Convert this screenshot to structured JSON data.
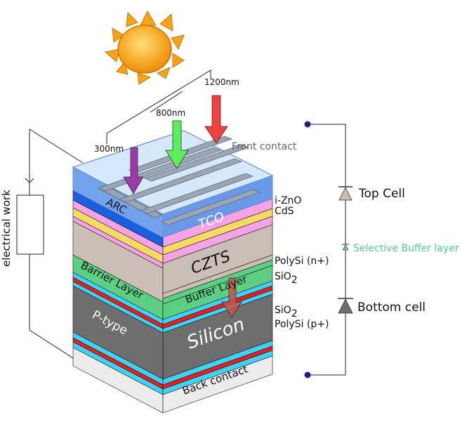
{
  "wavelengths": {
    "short": "300nm",
    "mid": "800nm",
    "long": "1200nm"
  },
  "labels": {
    "front_contact": "Front contact",
    "arc": "ARC",
    "tco": "TCO",
    "czts": "CZTS",
    "buffer_layer": "Buffer Layer",
    "barrier_layer": "Barrier Layer",
    "p_type": "P-type",
    "silicon": "Silicon",
    "back_contact": "Back contact",
    "izno": "i-ZnO",
    "cds": "CdS",
    "polysi_n": "PolySi (n+)",
    "sio2_top_base": "SiO",
    "sio2_top_sub": "2",
    "sio2_bottom_base": "SiO",
    "sio2_bottom_sub": "2",
    "polysi_p": "PolySi (p+)",
    "electrical_work": "electrical work"
  },
  "circuit": {
    "top_cell": "Top Cell",
    "selective_buffer": "Selective Buffer layer",
    "bottom_cell": "Bottom cell"
  },
  "colors": {
    "tco": "#1a5fe0",
    "cds": "#f7d966",
    "izno": "#f5a3e6",
    "czts": "#cbbeb5",
    "buffer": "#5ccf84",
    "polysi": "#3fd2f4",
    "sio2": "#e62020",
    "silicon": "#6e6e6e",
    "back": "#ececec",
    "sun": "#f5a623",
    "arrow_300": "#9b3aa8",
    "arrow_800": "#5cef5c",
    "arrow_1200": "#f04040",
    "arrow_sub": "#c8504a",
    "selective_text": "#55cc88"
  }
}
